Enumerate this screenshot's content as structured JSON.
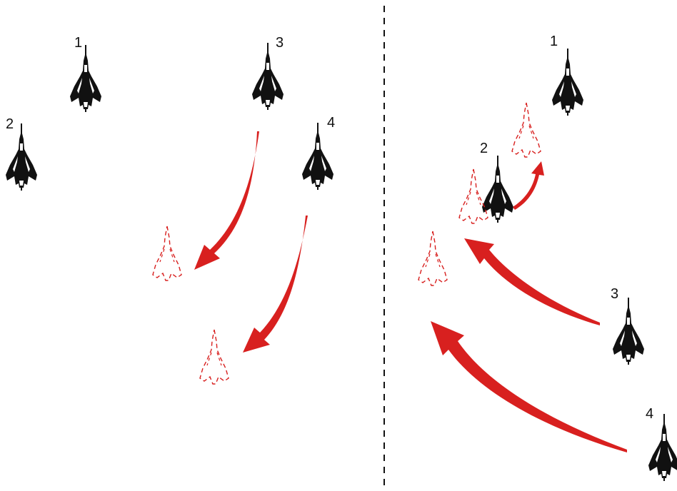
{
  "colors": {
    "background": "#ffffff",
    "jet": "#111111",
    "arrow": "#d8201f",
    "ghost": "#d8201f",
    "divider": "#111111"
  },
  "icons": {
    "aircraft": "jet-fighter-icon",
    "projected_position": "dashed-jet-outline-icon",
    "maneuver": "curved-arrow-icon"
  },
  "labels": {
    "left": {
      "j1": "1",
      "j2": "2",
      "j3": "3",
      "j4": "4"
    },
    "right": {
      "j1": "1",
      "j2": "2",
      "j3": "3",
      "j4": "4"
    }
  }
}
